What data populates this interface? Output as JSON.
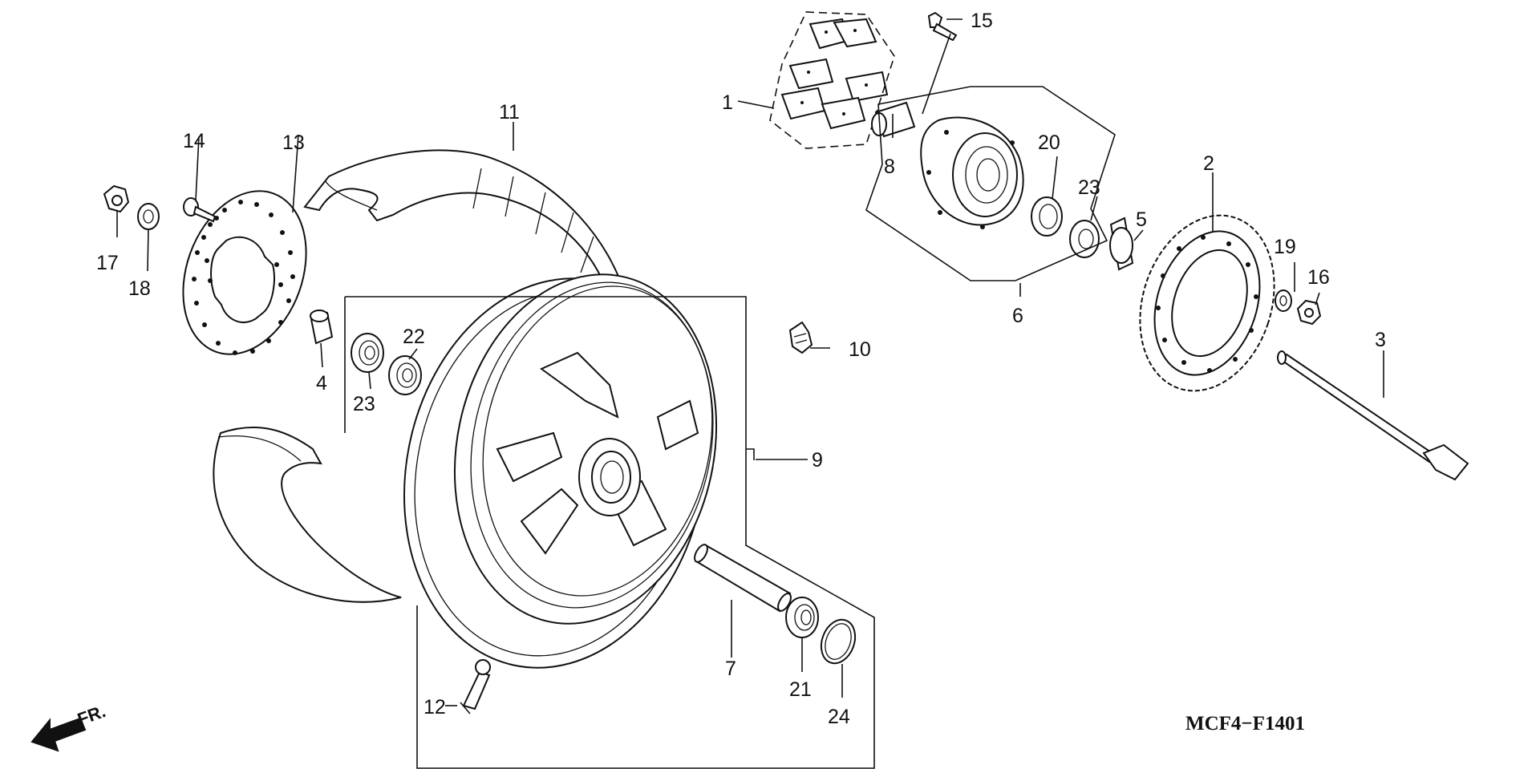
{
  "diagram": {
    "code": "MCF4−F1401",
    "front_marker": "FR.",
    "callouts": {
      "c1": "1",
      "c2": "2",
      "c3": "3",
      "c4": "4",
      "c5": "5",
      "c6": "6",
      "c7": "7",
      "c8": "8",
      "c9": "9",
      "c10": "10",
      "c11": "11",
      "c12": "12",
      "c13": "13",
      "c14": "14",
      "c15": "15",
      "c16": "16",
      "c17": "17",
      "c18": "18",
      "c19": "19",
      "c20": "20",
      "c21": "21",
      "c22": "22",
      "c23a": "23",
      "c23b": "23",
      "c24": "24"
    }
  }
}
